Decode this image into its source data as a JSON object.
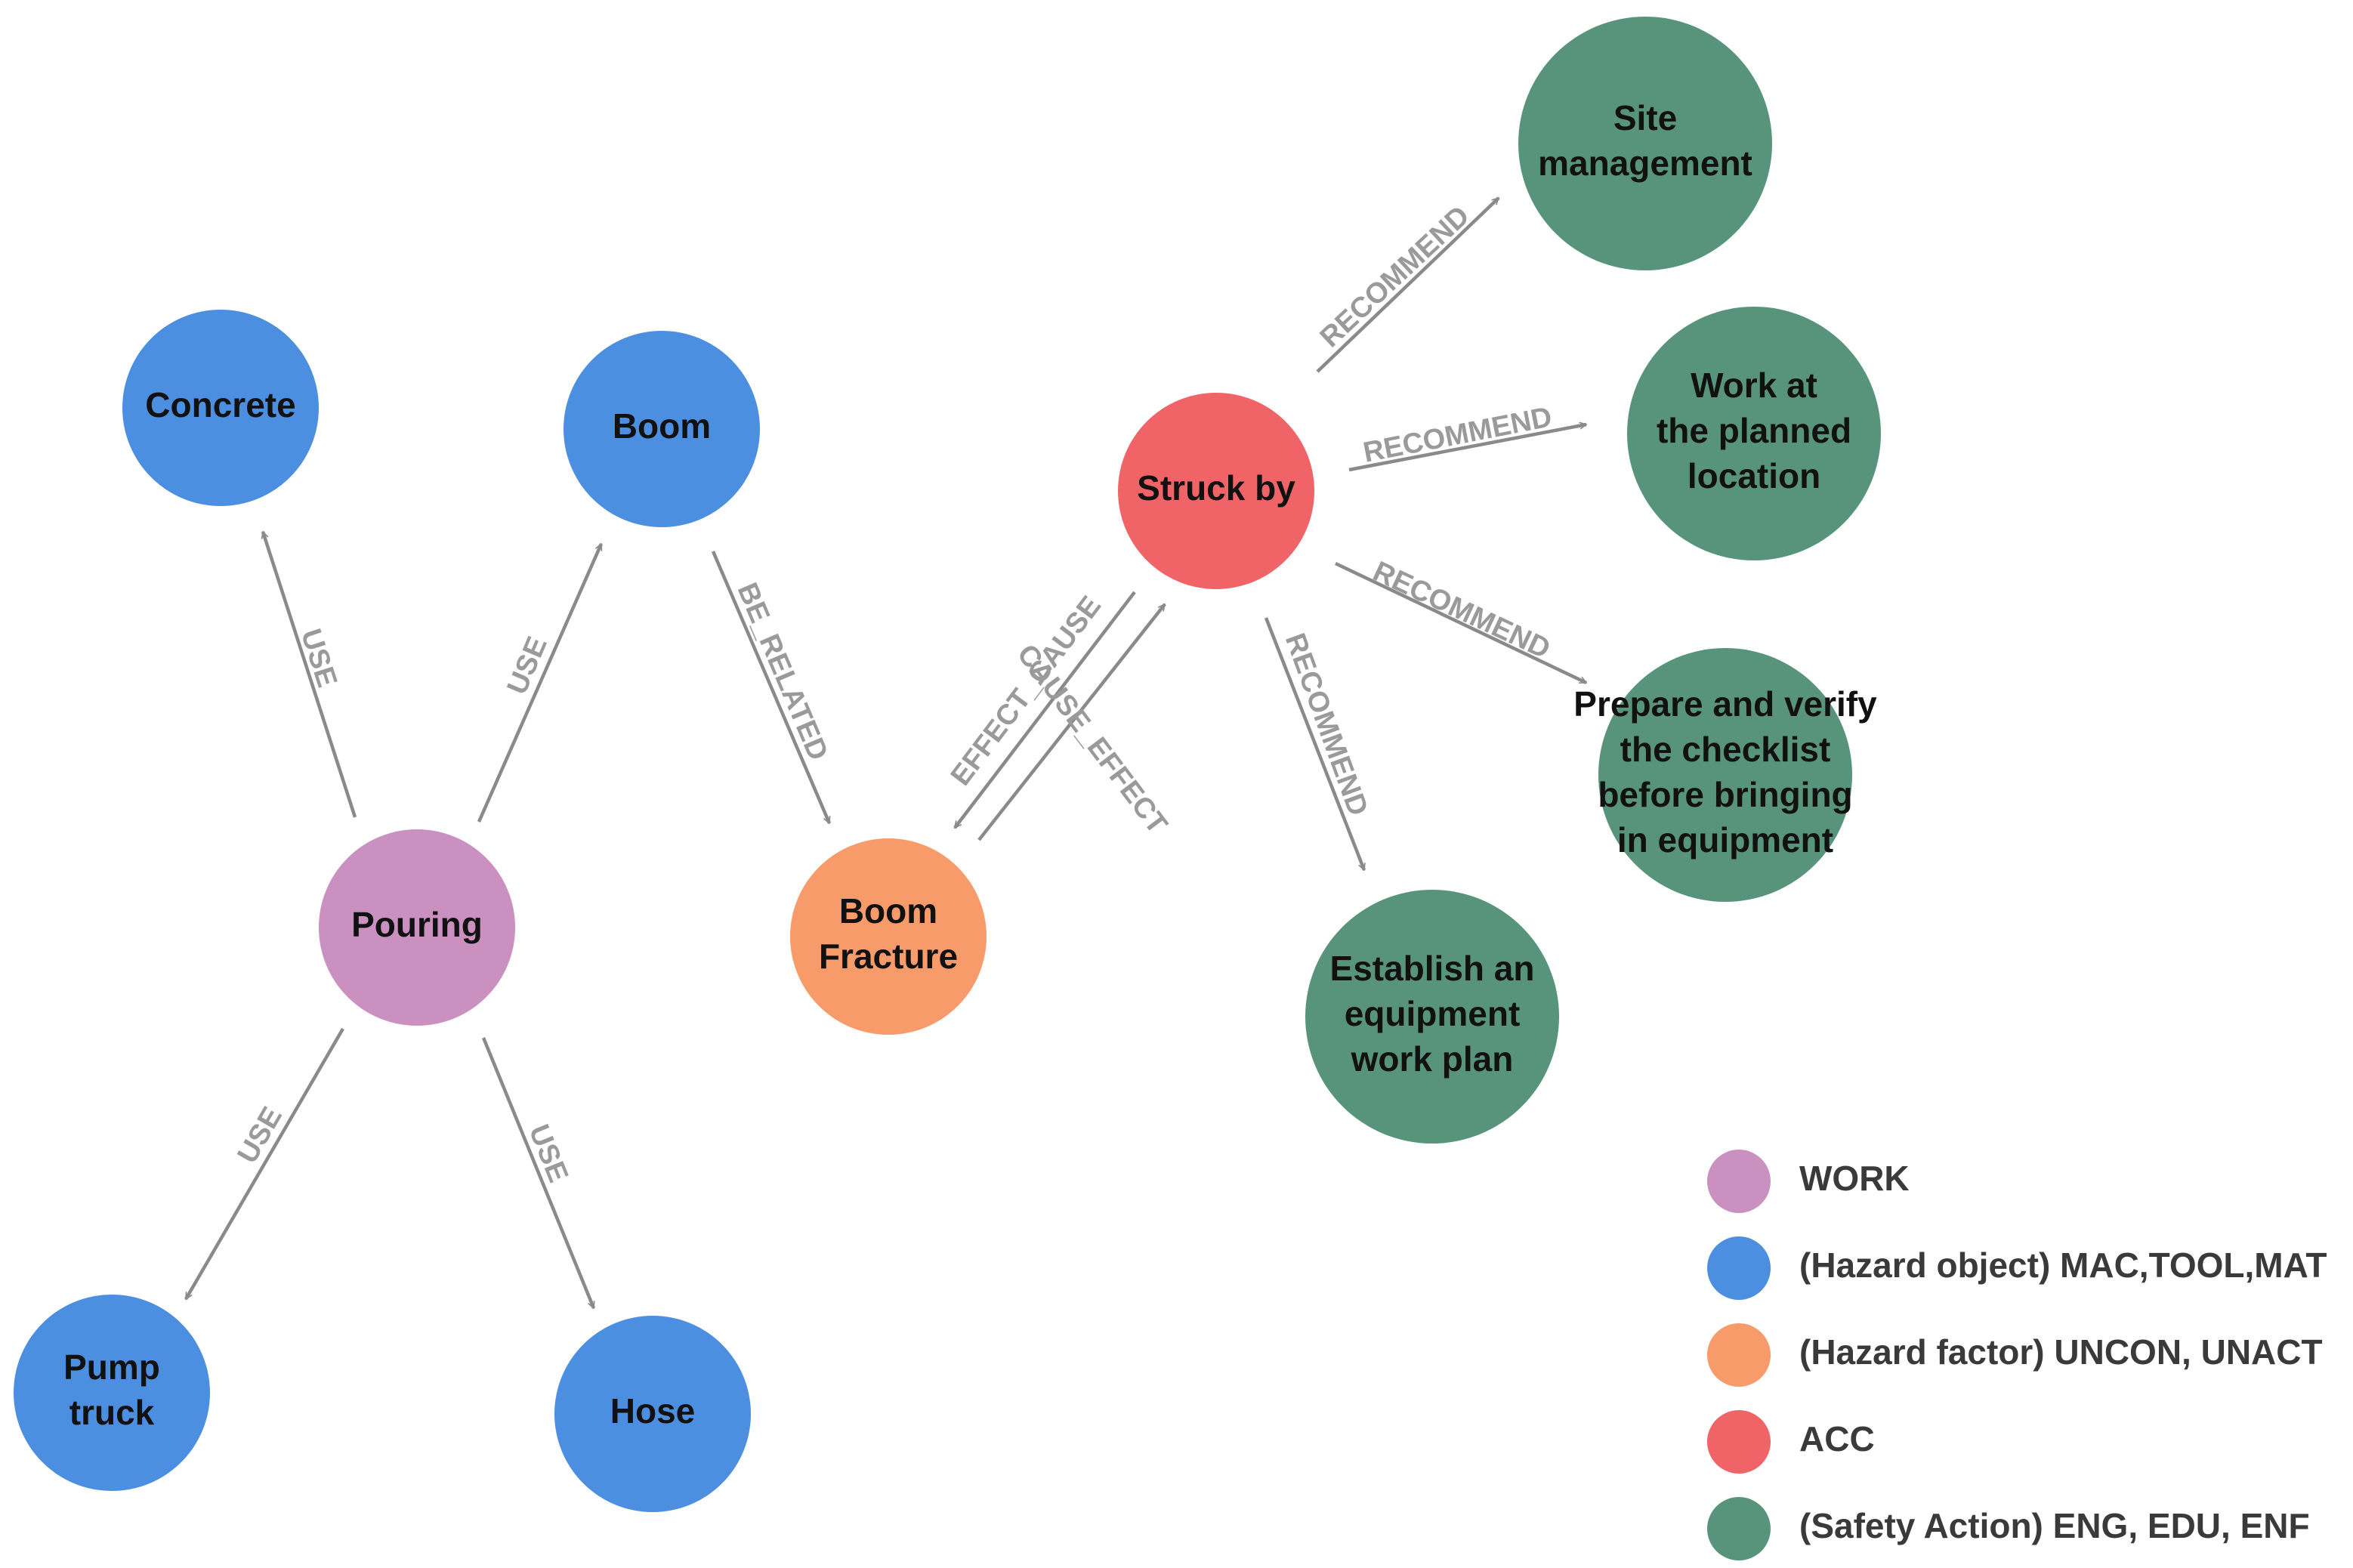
{
  "colors": {
    "work": "#c990c0",
    "object": "#4c8ee0",
    "factor": "#f69b69",
    "acc": "#f06468",
    "action": "#57947b",
    "edge": "#8a8a8a",
    "edge_label": "#9a9a9a"
  },
  "nodes": [
    {
      "id": "concrete",
      "lines": [
        "Concrete"
      ],
      "category": "object"
    },
    {
      "id": "boom",
      "lines": [
        "Boom"
      ],
      "category": "object"
    },
    {
      "id": "pouring",
      "lines": [
        "Pouring"
      ],
      "category": "work"
    },
    {
      "id": "pump_truck",
      "lines": [
        "Pump",
        "truck"
      ],
      "category": "object"
    },
    {
      "id": "hose",
      "lines": [
        "Hose"
      ],
      "category": "object"
    },
    {
      "id": "boom_fracture",
      "lines": [
        "Boom",
        "Fracture"
      ],
      "category": "factor"
    },
    {
      "id": "struck_by",
      "lines": [
        "Struck by"
      ],
      "category": "acc"
    },
    {
      "id": "site_management",
      "lines": [
        "Site",
        "management"
      ],
      "category": "action"
    },
    {
      "id": "work_planned",
      "lines": [
        "Work at",
        "the planned",
        "location"
      ],
      "category": "action"
    },
    {
      "id": "checklist",
      "lines": [
        "Prepare and verify",
        "the checklist",
        "before bringing",
        "in equipment"
      ],
      "category": "action"
    },
    {
      "id": "equipment_plan",
      "lines": [
        "Establish an",
        "equipment",
        "work plan"
      ],
      "category": "action"
    }
  ],
  "edges": [
    {
      "from": "pouring",
      "to": "concrete",
      "label": "USE"
    },
    {
      "from": "pouring",
      "to": "boom",
      "label": "USE"
    },
    {
      "from": "pouring",
      "to": "pump_truck",
      "label": "USE"
    },
    {
      "from": "pouring",
      "to": "hose",
      "label": "USE"
    },
    {
      "from": "boom",
      "to": "boom_fracture",
      "label": "BE_RELATED"
    },
    {
      "from": "struck_by",
      "to": "boom_fracture",
      "label": "EFFECT_CAUSE"
    },
    {
      "from": "boom_fracture",
      "to": "struck_by",
      "label": "CAUSE_EFFECT"
    },
    {
      "from": "struck_by",
      "to": "site_management",
      "label": "RECOMMEND"
    },
    {
      "from": "struck_by",
      "to": "work_planned",
      "label": "RECOMMEND"
    },
    {
      "from": "struck_by",
      "to": "checklist",
      "label": "RECOMMEND"
    },
    {
      "from": "struck_by",
      "to": "equipment_plan",
      "label": "RECOMMEND"
    }
  ],
  "legend": [
    {
      "category": "work",
      "label": "WORK"
    },
    {
      "category": "object",
      "label": "(Hazard object) MAC,TOOL,MAT"
    },
    {
      "category": "factor",
      "label": "(Hazard factor) UNCON, UNACT"
    },
    {
      "category": "acc",
      "label": "ACC"
    },
    {
      "category": "action",
      "label": "(Safety Action) ENG, EDU, ENF"
    }
  ]
}
